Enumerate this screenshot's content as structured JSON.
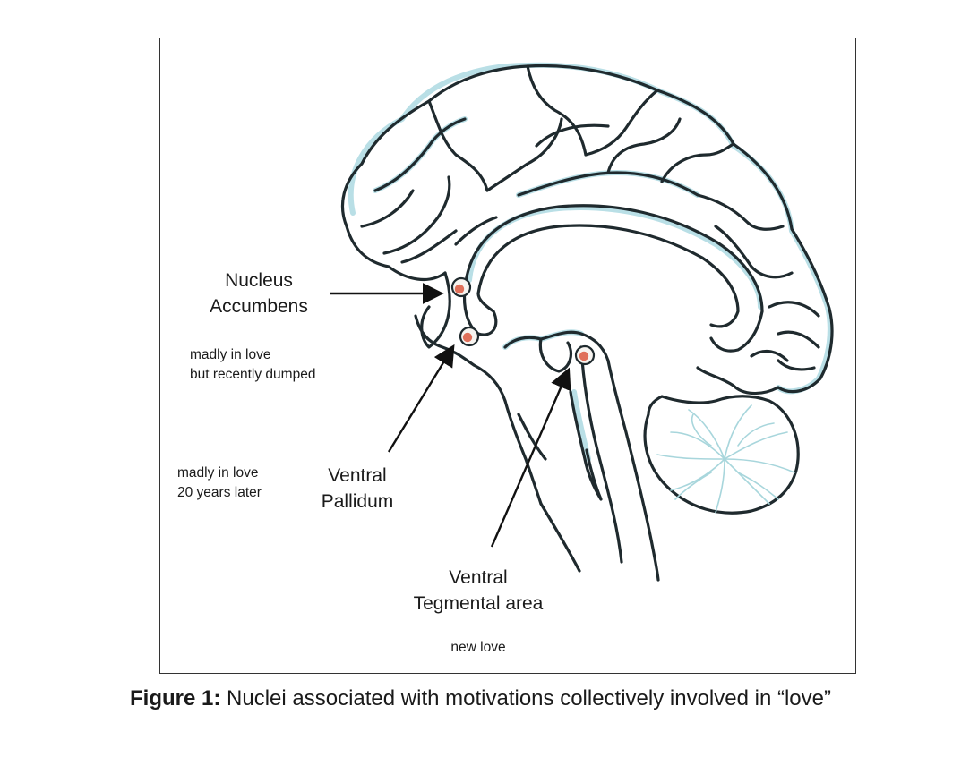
{
  "labels": {
    "nucleus_accumbens": [
      "Nucleus",
      "Accumbens"
    ],
    "ventral_pallidum": [
      "Ventral",
      "Pallidum"
    ],
    "ventral_tegmental": [
      "Ventral",
      "Tegmental area"
    ]
  },
  "notes": {
    "dumped": [
      "madly in love",
      "but recently dumped"
    ],
    "later": [
      "madly in love",
      "20 years later"
    ],
    "new": "new love"
  },
  "caption": {
    "prefix": "Figure 1:",
    "text": " Nuclei associated with motivations collectively involved in “love”"
  },
  "colors": {
    "outline": "#1f2a2e",
    "fissure": "#b9dfe6",
    "nucleus": "#e0705a",
    "cerebellum": "#a8d6dc"
  }
}
